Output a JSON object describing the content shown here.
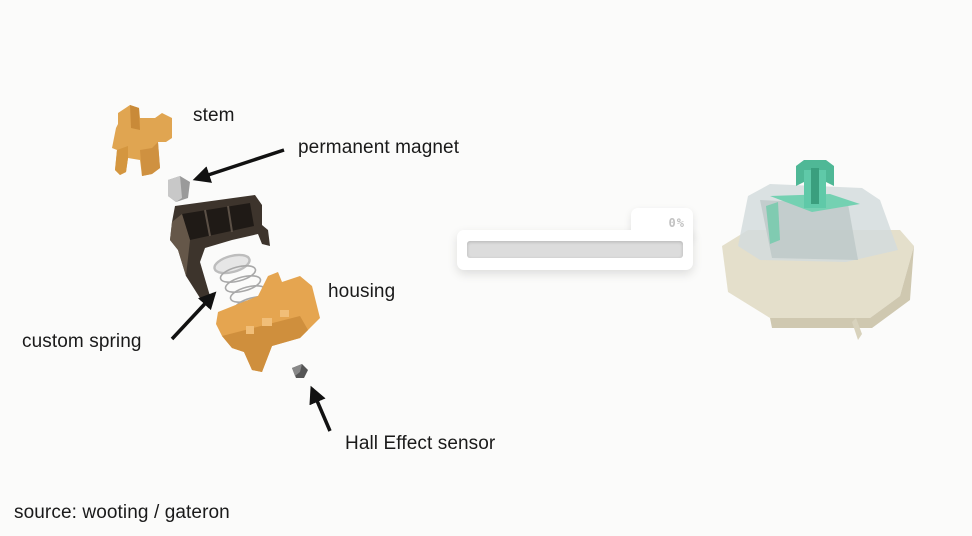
{
  "diagram": {
    "subject": "Hall Effect keyboard switch exploded view",
    "labels": {
      "stem": "stem",
      "magnet": "permanent magnet",
      "housing": "housing",
      "spring": "custom spring",
      "sensor": "Hall Effect sensor"
    },
    "source": "source: wooting / gateron"
  },
  "progress": {
    "percent_label": "0%",
    "value": 0
  },
  "colors": {
    "background": "#fbfbfa",
    "stem_orange": "#e0a551",
    "housing_orange": "#e5a550",
    "top_housing_smoke": "#3d342c",
    "switch_stem_green": "#5fc9a8",
    "switch_base_cream": "#e4dfcb",
    "text": "#1a1a1a",
    "progress_label": "#c2c2c2"
  }
}
